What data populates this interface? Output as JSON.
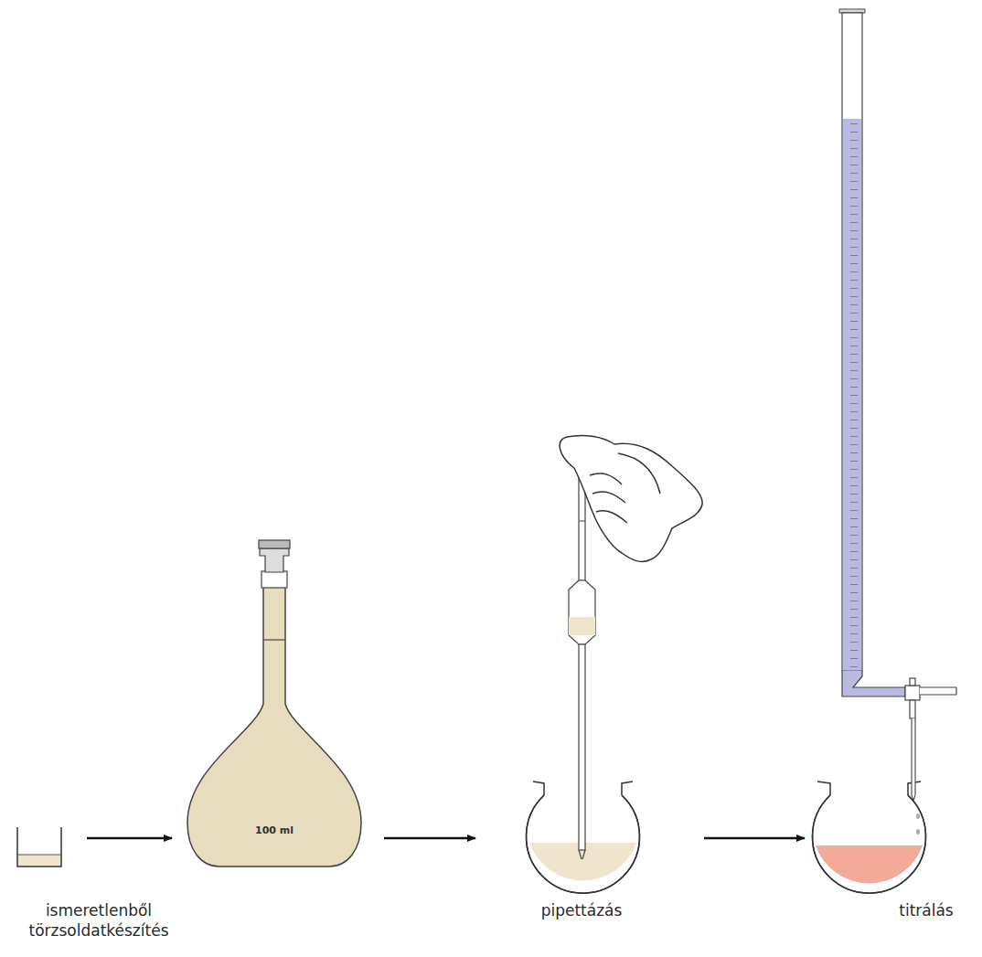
{
  "diagram": {
    "labels": [
      "100 ml",
      "ismeretlenből törzsoldatkészítés",
      "pipettázás",
      "titrálás"
    ]
  }
}
